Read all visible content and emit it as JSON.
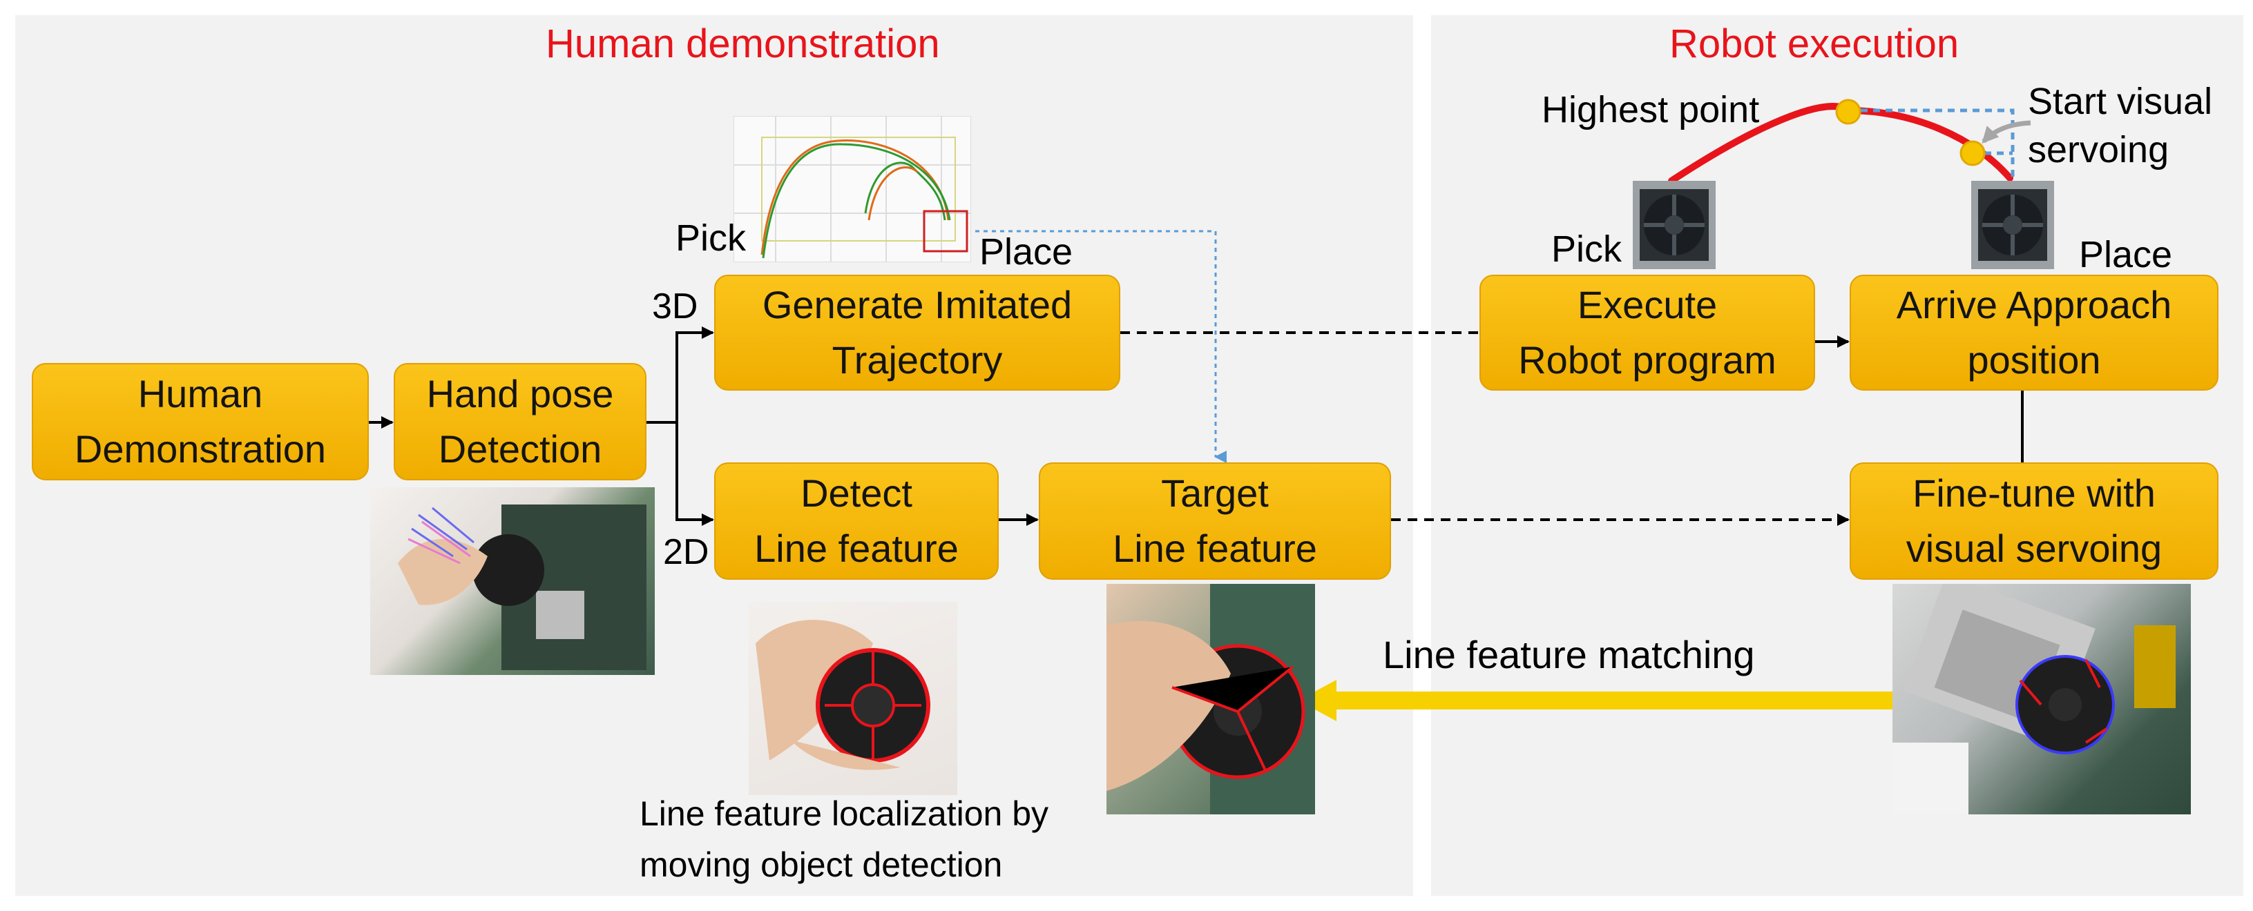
{
  "panels": {
    "human": {
      "title": "Human demonstration"
    },
    "robot": {
      "title": "Robot execution"
    }
  },
  "boxes": {
    "human_demo": {
      "line1": "Human",
      "line2": "Demonstration"
    },
    "hand_pose": {
      "line1": "Hand pose",
      "line2": "Detection"
    },
    "generate_traj": {
      "line1": "Generate Imitated",
      "line2": "Trajectory"
    },
    "detect_line": {
      "line1": "Detect",
      "line2": "Line feature"
    },
    "target_line": {
      "line1": "Target",
      "line2": "Line feature"
    },
    "execute_robot": {
      "line1": "Execute",
      "line2": "Robot program"
    },
    "arrive_approach": {
      "line1": "Arrive Approach",
      "line2": "position"
    },
    "fine_tune": {
      "line1": "Fine-tune with",
      "line2": "visual servoing"
    }
  },
  "labels": {
    "three_d": "3D",
    "two_d": "2D",
    "pick_left": "Pick",
    "place_left": "Place",
    "pick_right": "Pick",
    "place_right": "Place",
    "highest_point": "Highest point",
    "start_visual_line1": "Start visual",
    "start_visual_line2": "servoing",
    "line_feature_matching": "Line feature matching",
    "localization_line1": "Line feature localization by",
    "localization_line2": "moving object detection"
  },
  "colors": {
    "panel_bg": "#f2f2f2",
    "title_red": "#e8141b",
    "box_fill": "#f7b80c",
    "box_border": "#e1a000",
    "matching_arrow": "#f7d000",
    "trajectory_red": "#e8141b",
    "marker_yellow": "#f7c400",
    "dotted_blue": "#5b9bd5",
    "grey_arrow": "#a6a6a6"
  },
  "icons": {
    "pick_marker": "cpu-fan-icon",
    "place_marker": "cpu-fan-icon"
  }
}
